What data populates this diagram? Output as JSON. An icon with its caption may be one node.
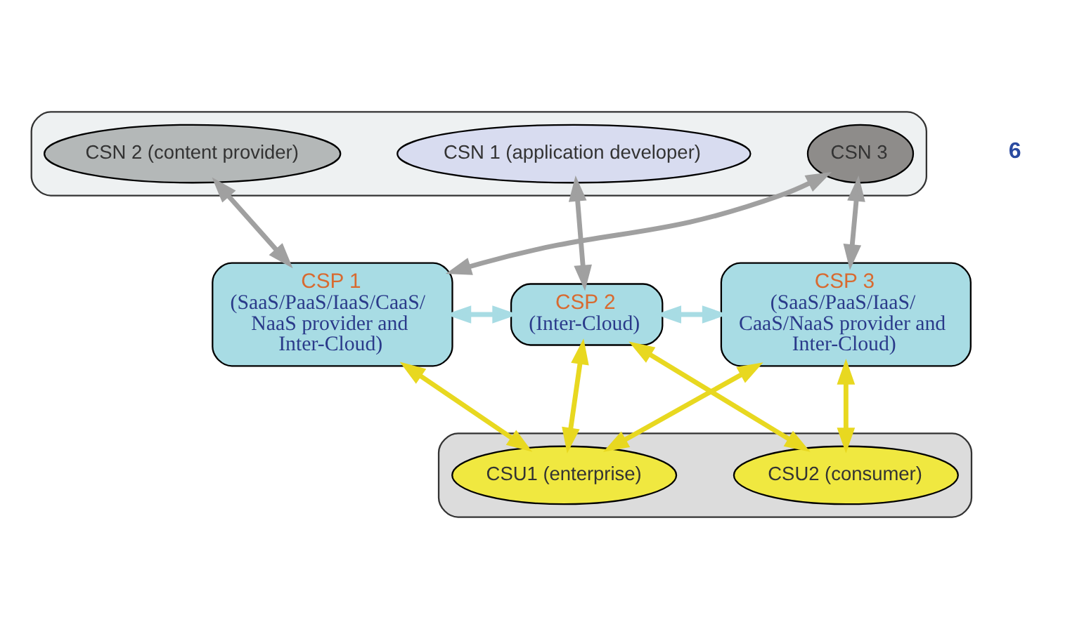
{
  "diagram": {
    "nodes": [
      {
        "text": [],
        "shape": "ellipse"
      },
      {
        "text": [
          "CSN 1 (application developer)"
        ],
        "in": 0
      },
      {
        "text": [
          "CSN 2 (content provider)"
        ],
        "in": 0
      },
      {
        "text": [
          "CSN 3"
        ],
        "in": 0
      },
      {
        "text": [
          "CSP 1",
          "(SaaS/PaaS/IaaS/CaaS/ NaaS provider and Inter-Cloud)"
        ]
      },
      {
        "text": [
          "CSP 2",
          "(Inter-Cloud)"
        ]
      },
      {
        "text": [
          "CSP 3",
          "(SaaS/PaaS/IaaS/ CaaS/NaaS provider and Inter-Cloud)"
        ]
      },
      {
        "text": [],
        "shape": "ellipse"
      },
      {
        "text": [
          "CSU1 (enterprise)"
        ],
        "in": 7
      },
      {
        "text": [
          "CSU2 (consumer)"
        ],
        "in": 7
      }
    ],
    "edges": [
      {
        "from": 2,
        "to": 4,
        "arrow": "both",
        "color": "#a0a0a0"
      },
      {
        "from": 1,
        "to": 5,
        "arrow": "both",
        "color": "#a0a0a0"
      },
      {
        "from": 4,
        "to": 3,
        "arrow": "both",
        "color": "#a0a0a0"
      },
      {
        "from": 3,
        "to": 6,
        "arrow": "both",
        "color": "#a0a0a0"
      },
      {
        "from": 4,
        "to": 5,
        "arrow": "both",
        "color": "#a8dce4"
      },
      {
        "from": 5,
        "to": 6,
        "arrow": "both",
        "color": "#a8dce4"
      },
      {
        "from": 4,
        "to": 8,
        "arrow": "both"
      },
      {
        "from": 5,
        "to": 8,
        "arrow": "both"
      },
      {
        "from": 8,
        "to": 6,
        "arrow": "both"
      },
      {
        "from": 5,
        "to": 9,
        "arrow": "both"
      },
      {
        "from": 6,
        "to": 9,
        "arrow": "both"
      }
    ],
    "labels": [
      "6"
    ]
  }
}
